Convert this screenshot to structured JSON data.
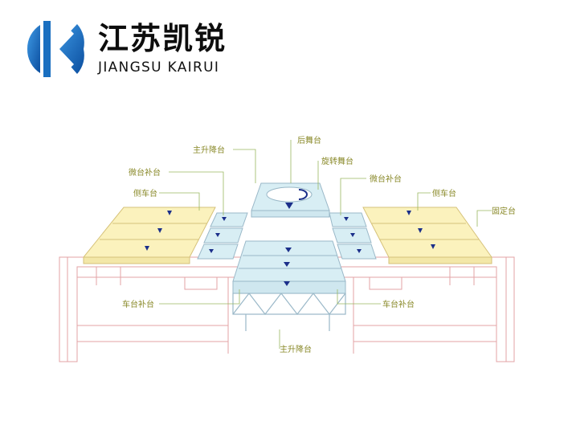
{
  "brand": {
    "name_cn": "江苏凯锐",
    "name_en": "JIANGSU KAIRUI",
    "colors": {
      "primary": "#1a6fc0",
      "dark": "#0d0d0d"
    }
  },
  "diagram": {
    "labels": {
      "rear_stage": "后舞台",
      "main_lift_top": "主升降台",
      "rotating_stage": "旋转舞台",
      "micro_comp_left": "微台补台",
      "side_wagon_left": "侧车台",
      "micro_comp_right": "微台补台",
      "side_wagon_right": "侧车台",
      "fixed_stage": "固定台",
      "wagon_comp_left": "车台补台",
      "wagon_comp_right": "车台补台",
      "main_lift_bottom": "主升降台"
    },
    "colors": {
      "wagon": "#fbf2bd",
      "lift": "#d8eef4",
      "outline": "#e3a3a6",
      "leader": "#9ab860",
      "arrow": "#1b2f8a"
    }
  }
}
